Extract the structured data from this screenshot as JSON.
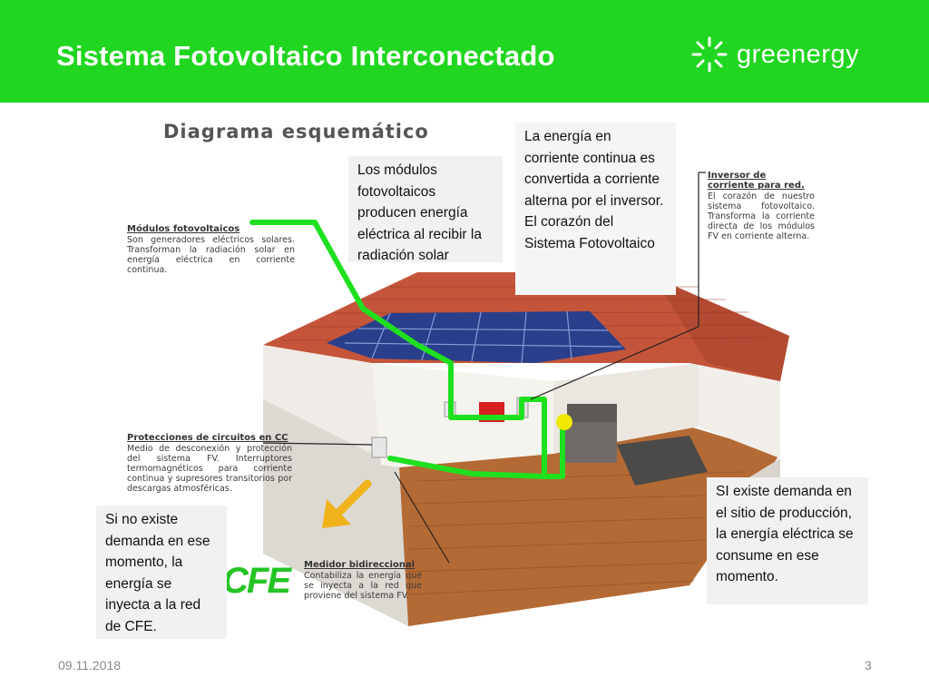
{
  "header": {
    "title": "Sistema Fotovoltaico Interconectado",
    "logo_text": "greenergy",
    "background_color": "#20d620"
  },
  "diagram": {
    "subtitle": "Diagrama esquemático",
    "labels": {
      "modulos": {
        "title": "Módulos fotovoltaicos",
        "body": "Son generadores eléctricos solares. Transforman la radiación solar en energía eléctrica en corriente continua."
      },
      "inversor": {
        "title": "Inversor de corriente para red.",
        "body": "El corazón de nuestro sistema fotovoltaico. Transforma la corriente directa de los módulos FV en corriente alterna."
      },
      "protecciones": {
        "title": "Protecciones de circuitos en CC",
        "body": "Medio de desconexión y protección del sistema FV. Interruptores termomagnéticos para corriente continua y supresores transitorios por descargas atmosféricas."
      },
      "medidor": {
        "title": "Medidor bidireccional",
        "body": "Contabiliza la energía que se inyecta a la red que proviene del sistema FV."
      }
    },
    "cfe_logo": "CFE",
    "callouts": {
      "modulos": "Los módulos fotovoltaicos producen energía eléctrica al recibir la radiación solar",
      "inversor": "La energía en corriente continua es convertida a corriente alterna por el inversor. El corazón del Sistema Fotovoltaico",
      "demanda_si": "SI existe demanda en el sitio de producción, la energía eléctrica se consume en ese momento.",
      "demanda_no": "Si no existe demanda en ese momento, la energía se inyecta a la red de CFE."
    }
  },
  "footer": {
    "date": "09.11.2018",
    "page_number": "3"
  },
  "colors": {
    "wire": "#1fe01f",
    "arrow": "#f0b31c",
    "roof": "#c4553a",
    "panel": "#2a3f8c"
  }
}
